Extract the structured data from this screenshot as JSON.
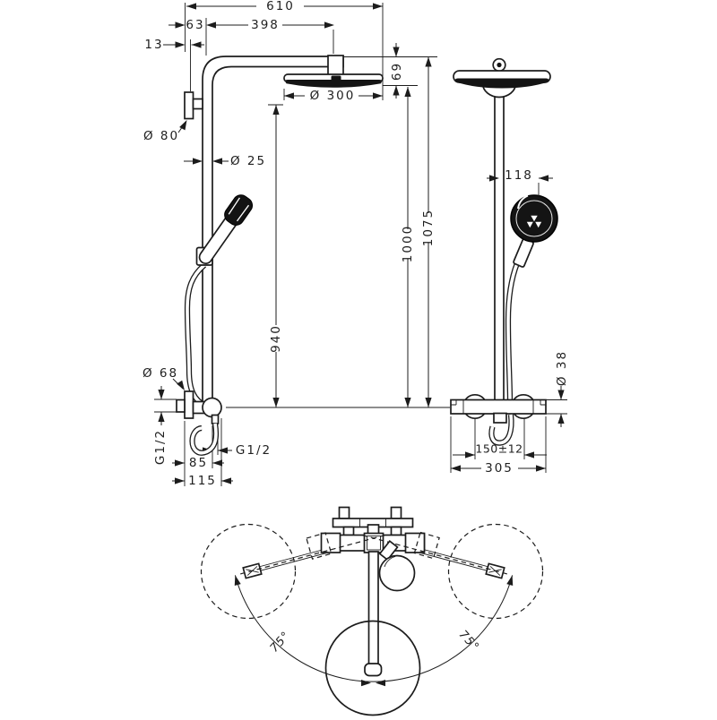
{
  "drawing": {
    "background": "#ffffff",
    "line_color": "#1c1c1c",
    "views": {
      "side_elevation": {
        "dims": {
          "width_total": "610",
          "wall_to_pipe": "63",
          "arm_length": "398",
          "plate_thickness": "13",
          "head_drop": "69",
          "head_diameter": "Ø 300",
          "plate_diameter": "Ø 80",
          "pipe_diameter": "Ø 25",
          "rail_length": "940",
          "height_head": "1000",
          "height_total": "1075",
          "valve_diameter": "Ø 68",
          "supply_thread": "G1/2",
          "outlet_thread": "G1/2",
          "outlet_offset": "85",
          "handle_offset": "115"
        }
      },
      "front_elevation": {
        "dims": {
          "handshower_offset": "118",
          "valve_body_diameter": "Ø 38",
          "supply_spacing": "150±12",
          "valve_width": "305"
        }
      },
      "plan_view": {
        "dims": {
          "swivel_left": "75°",
          "swivel_right": "75°"
        }
      }
    }
  }
}
